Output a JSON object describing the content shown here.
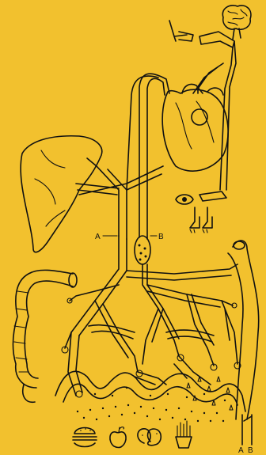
{
  "labels": {
    "a_mid": "A",
    "b_mid": "B",
    "a_bottom": "A",
    "b_bottom": "B"
  },
  "icons": [
    "brain-icon",
    "eye-icon",
    "feet-icon",
    "hamburger-icon",
    "apple-icon",
    "pretzel-icon",
    "fries-icon"
  ],
  "colors": {
    "background": "#F2C12E",
    "ink": "#111111"
  }
}
